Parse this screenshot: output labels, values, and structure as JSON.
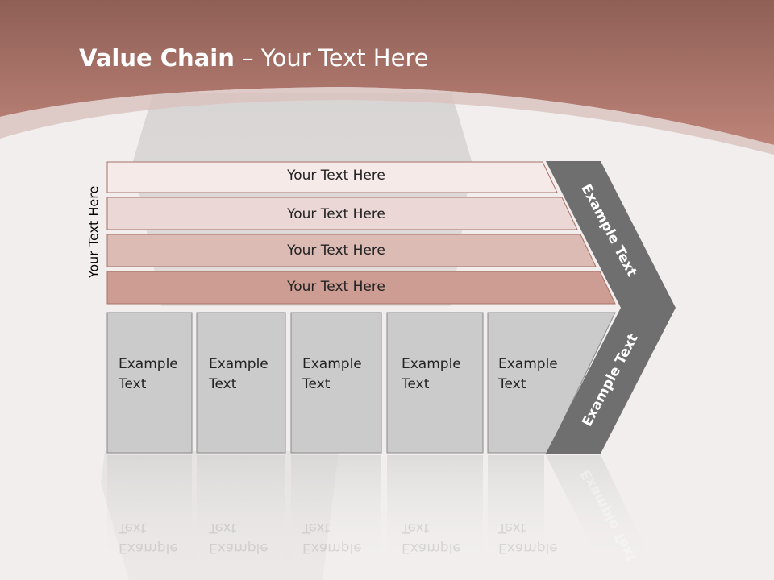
{
  "slide": {
    "title_bold": "Value Chain",
    "title_rest": " – Your Text Here",
    "side_label": "Your Text Here"
  },
  "rows": [
    {
      "label": "Your Text Here",
      "color": "#f5eae8"
    },
    {
      "label": "Your Text Here",
      "color": "#ebd7d5"
    },
    {
      "label": "Your Text Here",
      "color": "#ddbbb5"
    },
    {
      "label": "Your Text Here",
      "color": "#cd9c92"
    }
  ],
  "columns": [
    {
      "line1": "Example",
      "line2": "Text"
    },
    {
      "line1": "Example",
      "line2": "Text"
    },
    {
      "line1": "Example",
      "line2": "Text"
    },
    {
      "line1": "Example",
      "line2": "Text"
    },
    {
      "line1": "Example",
      "line2": "Text"
    }
  ],
  "chevron": {
    "upper": "Example Text",
    "lower": "Example Text"
  },
  "colors": {
    "header": "#b07a70",
    "box": "#cbcbcb",
    "chevron": "#6f6f6f",
    "background": "#f1eeed"
  }
}
